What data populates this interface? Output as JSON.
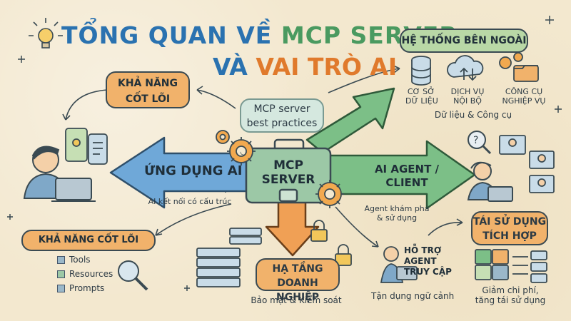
{
  "title": {
    "line1_prefix": "TỔNG QUAN VỀ ",
    "line1_accent": "MCP SERVER",
    "line2_prefix": "VÀ ",
    "line2_accent": "VAI TRÒ AI"
  },
  "center": {
    "label_top": "MCP",
    "label_bottom": "SERVER",
    "best_practices_line1": "MCP server",
    "best_practices_line2": "best practices"
  },
  "core_capability_top": {
    "line1": "KHẢ NĂNG",
    "line2": "CỐT LÕI"
  },
  "ai_app": {
    "label": "ỨNG DỤNG AI",
    "caption": "AI kết nối có cấu trúc"
  },
  "external_systems": {
    "title": "HỆ THỐNG BÊN NGOÀI",
    "items": [
      {
        "line1": "CƠ SỞ",
        "line2": "DỮ LIỆU"
      },
      {
        "line1": "DỊCH VỤ",
        "line2": "NỘI BỘ"
      },
      {
        "line1": "CÔNG CỤ",
        "line2": "NGHIỆP VỤ"
      }
    ],
    "caption": "Dữ liệu & Công cụ"
  },
  "agent": {
    "line1": "AI AGENT /",
    "line2": "CLIENT",
    "caption_line1": "Agent khám phá",
    "caption_line2": "& sử dụng"
  },
  "core_capability_bottom": {
    "title": "KHẢ NĂNG CỐT LÕI",
    "items": [
      "Tools",
      "Resources",
      "Prompts"
    ]
  },
  "infrastructure": {
    "line1": "HẠ TẦNG",
    "line2": "DOANH NGHIỆP",
    "caption": "Bảo mật & Kiểm soát"
  },
  "agent_support": {
    "line1": "HỖ TRỢ",
    "line2": "AGENT",
    "line3": "TRUY CẬP",
    "caption": "Tận dụng ngữ cảnh"
  },
  "reuse": {
    "line1": "TÁI SỬ DỤNG",
    "line2": "TÍCH HỢP",
    "caption_line1": "Giảm chi phí,",
    "caption_line2": "tăng tái sử dụng"
  },
  "colors": {
    "blue": "#2a72b0",
    "green": "#4a9a60",
    "orange": "#e07a2c",
    "pill_green": "#b9d8a6",
    "pill_orange": "#f1b26b",
    "arrow_blue": "#6fa8d8",
    "arrow_green": "#7cbf87",
    "arrow_orange": "#f0a055"
  }
}
